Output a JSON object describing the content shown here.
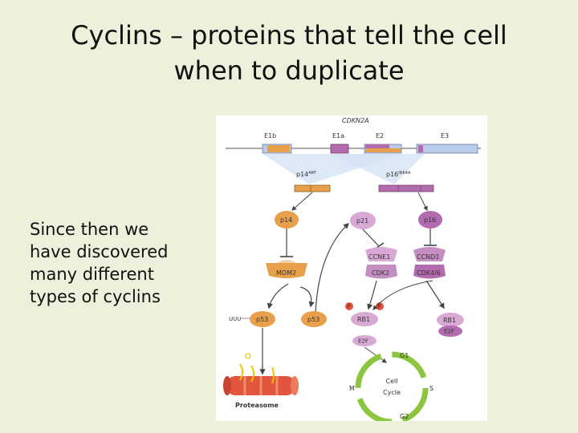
{
  "slide": {
    "title_line1": "Cyclins – proteins that tell the cell",
    "title_line2": "when to duplicate",
    "body_lines": [
      "Since then we",
      "have discovered",
      "many different",
      "types of cyclins"
    ]
  },
  "figure": {
    "gene": "CDKN2A",
    "exons": [
      "E1b",
      "E1a",
      "E2",
      "E3"
    ],
    "p14_label": "p14",
    "p14_sup": "ARF",
    "p16_label": "p16",
    "p16_sup": "INK4A",
    "nodes": {
      "p14": "p14",
      "p21": "p21",
      "p16": "p16",
      "ccne1": "CCNE1",
      "ccnd1": "CCND1",
      "mdm2": "MDM2",
      "cdk2": "CDK2",
      "cdk46": "CDK4/6",
      "ub_p53": "UUU",
      "p53_left": "p53",
      "p53_right": "p53",
      "phospho1": "P",
      "phospho2": "P",
      "rb1_left": "RB1",
      "rb1_right": "RB1",
      "e2f_bound": "E2F",
      "e2f_free": "E2F",
      "proteasome": "Proteasome"
    },
    "cycle": {
      "center_line1": "Cell",
      "center_line2": "Cycle",
      "g1": "G1",
      "s": "S",
      "g2": "G2",
      "m": "M"
    },
    "colors": {
      "orange": "#e8a04a",
      "purple": "#b36bb0",
      "lavender": "#d9a9d6",
      "blue_exon": "#b8cbe8",
      "green_arrow": "#8cc63f",
      "proteasome_red": "#e2553f"
    }
  }
}
